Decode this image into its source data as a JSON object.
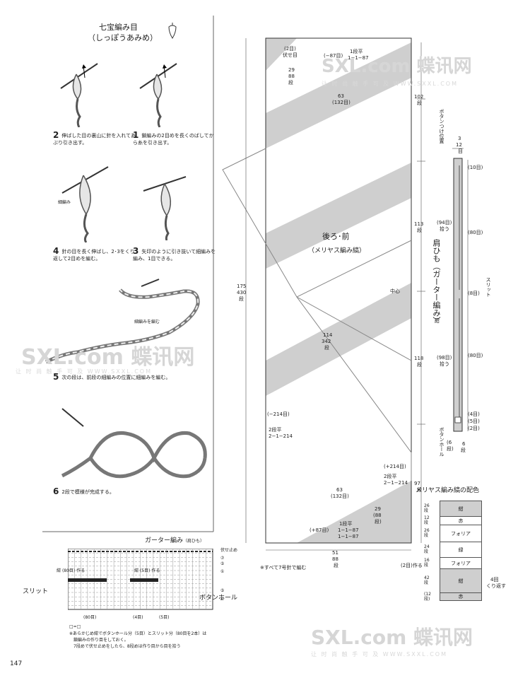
{
  "page_number": "147",
  "stitch": {
    "title_line1": "七宝編み目",
    "title_line2": "（しっぽうあみめ）",
    "steps": [
      {
        "num": "2",
        "text": "伸ばした目の裏山に針を入れてあぶり引き出す。"
      },
      {
        "num": "1",
        "text": "鎖編みの2目めを長くのばしてから糸を引き出す。"
      },
      {
        "num": "4",
        "text": "針の目を長く伸ばし、2･3をくり返して2目めを編む。"
      },
      {
        "num": "3",
        "text": "矢印のように引き抜いて細編みを編み、1目できる。"
      },
      {
        "num": "5",
        "text": "次の段は、前段の細編みの位置に細編みを編む。"
      },
      {
        "num": "6",
        "text": "2段で模様が完成する。"
      }
    ],
    "label_saami": "細編み",
    "label_saami_wo_amu": "細編みを編む"
  },
  "garter": {
    "title": "ガーター編み",
    "title_sub": "（肩ひも）",
    "fuseshidome": "伏せ止め",
    "row_marks": [
      "⑦",
      "⑤",
      "①",
      "⑤",
      "①"
    ],
    "line_kon": "紺",
    "line_80": "(80目)",
    "line_saku": "作る",
    "line_5": "(5目)",
    "slit": "スリット",
    "button_hole": "ボタンホール",
    "bottom_80": "(80目)",
    "bottom_4": "(4目)",
    "bottom_5": "(5目)",
    "legend_symbol": "□=□",
    "note1": "※あらかじめ紺でボタンホール分（5目）とスリット分（80目を2本）は",
    "note2": "鎖編みの作り目をしておく。",
    "note3": "7段めで伏せ止めをしたら、8段めは作り目から目を拾う"
  },
  "main": {
    "center_title": "後ろ･前",
    "center_subtitle": "（メリヤス編み縞）",
    "top_2me": "(2目)",
    "top_fuseshidome": "伏せ目",
    "top_left_29": "29",
    "top_left_88": "88",
    "top_left_dan": "段",
    "top_minus87": "(−87目)",
    "top_dankai": "1段平",
    "top_dankai2": "1−1−87",
    "top_63": "63",
    "top_132": "(132目)",
    "left_175": "175",
    "left_430": "430",
    "left_dan": "段",
    "mid_114": "114",
    "mid_342": "342",
    "mid_dan": "段",
    "mid_minus214": "(−214目)",
    "mid_2dan": "2段平",
    "mid_2dan2": "2−1−214",
    "right_102": "102",
    "right_dan1": "段",
    "right_113": "113",
    "right_dan2": "段",
    "right_118": "118",
    "right_dan3": "段",
    "right_97": "97",
    "right_dan4": "段",
    "center_mark": "中心",
    "bot_plus214": "(+214目)",
    "bot_2dan": "2段平",
    "bot_2dan2": "2−1−214",
    "bot_63": "63",
    "bot_132": "(132目)",
    "bot_29": "29",
    "bot_88": "(88",
    "bot_dan": "段)",
    "bot_plus87": "(+87目)",
    "bot_1dan": "1段平",
    "bot_1dan2": "1−1−87",
    "bot_1dan3": "1−1−87",
    "bot_51": "51",
    "bot_88b": "88",
    "bot_danb": "段",
    "bot_2me_tsukuru": "(2目)作る",
    "note_needle": "※すべて7号針で編む"
  },
  "strap": {
    "button_pos": "ボタンつけ位置",
    "top_3": "3",
    "top_12": "12",
    "top_dan": "目",
    "r_10": "(10目)",
    "l_94": "(94目)",
    "l_94b": "拾う",
    "title": "肩ひも",
    "title_sub": "（ガーター編み）",
    "title_kon": "紺",
    "r_80a": "(80目)",
    "r_8": "(8目)",
    "slit": "スリット",
    "l_98": "(98目)",
    "l_98b": "拾う",
    "r_80b": "(80目)",
    "r_4": "(4目)",
    "r_5": "(5目)",
    "r_2": "(2目)",
    "b_button": "ボタンホール",
    "b_6": "(6",
    "b_6dan": "段)",
    "b_6r": "6",
    "b_6rdan": "段"
  },
  "stripes": {
    "title": "メリヤス編み縞の配色",
    "rows": [
      {
        "left": "26",
        "left2": "段",
        "label": "紺",
        "shaded": true
      },
      {
        "left": "12",
        "left2": "段",
        "label": "赤",
        "shaded": false
      },
      {
        "left": "26",
        "left2": "段",
        "label": "フォリア",
        "shaded": false
      },
      {
        "left": "24",
        "left2": "段",
        "label": "緑",
        "shaded": false
      },
      {
        "left": "16",
        "left2": "段",
        "label": "フォリア",
        "shaded": false
      },
      {
        "left": "42",
        "left2": "段",
        "label": "紺",
        "shaded": true
      },
      {
        "left": "(12",
        "left2": "段)",
        "label": "赤",
        "shaded": true
      }
    ],
    "repeat": "4回",
    "repeat2": "くり返す"
  },
  "watermark": {
    "logo": "SXL.com 蝶讯网",
    "sub": "让 时 尚 触 手 可 及   WWW.SXXL.COM"
  },
  "colors": {
    "stripe_gray": "#cfcfcf",
    "line": "#444444",
    "wm": "#d6d6d6"
  }
}
